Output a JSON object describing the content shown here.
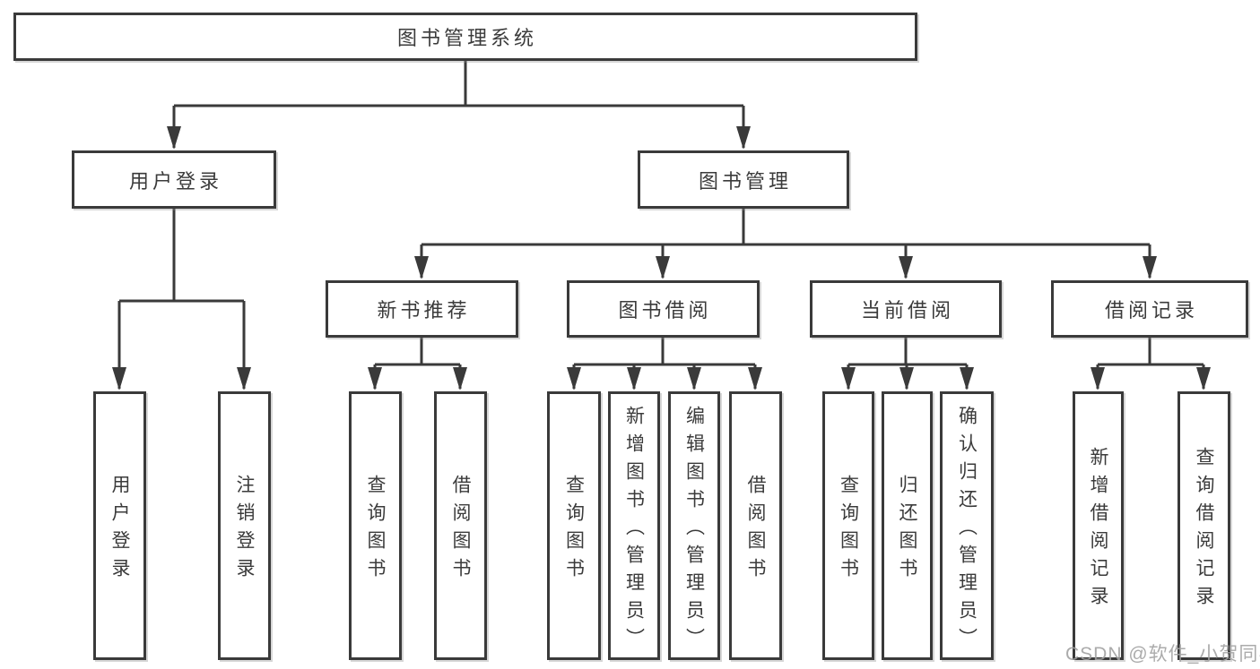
{
  "diagram_type": "hierarchy-tree",
  "colors": {
    "background": "#ffffff",
    "box_border": "#3a3a3a",
    "connector_line": "#3a3a3a",
    "node_text": "#3b3b3b",
    "watermark_text": "#a2a2a2"
  },
  "tree": {
    "root": {
      "label": "图书管理系统",
      "children": {
        "user_login": {
          "label": "用户登录",
          "children": {
            "login": {
              "label": "用户登录"
            },
            "logout": {
              "label": "注销登录"
            }
          }
        },
        "book_mgmt": {
          "label": "图书管理",
          "children": {
            "new_book_rec": {
              "label": "新书推荐",
              "children": {
                "query_books": {
                  "label": "查询图书"
                },
                "borrow_books": {
                  "label": "借阅图书"
                }
              }
            },
            "book_borrow": {
              "label": "图书借阅",
              "children": {
                "query_books": {
                  "label": "查询图书"
                },
                "add_books_admin": {
                  "label": "新增图书（管理员）"
                },
                "edit_books_admin": {
                  "label": "编辑图书（管理员）"
                },
                "borrow_books": {
                  "label": "借阅图书"
                }
              }
            },
            "current_borrow": {
              "label": "当前借阅",
              "children": {
                "query_books": {
                  "label": "查询图书"
                },
                "return_books": {
                  "label": "归还图书"
                },
                "confirm_return_admin": {
                  "label": "确认归还（管理员）"
                }
              }
            },
            "borrow_records": {
              "label": "借阅记录",
              "children": {
                "add_record": {
                  "label": "新增借阅记录"
                },
                "query_record": {
                  "label": "查询借阅记录"
                }
              }
            }
          }
        }
      }
    }
  },
  "watermark": {
    "text": "CSDN @软件_小贺同学"
  }
}
